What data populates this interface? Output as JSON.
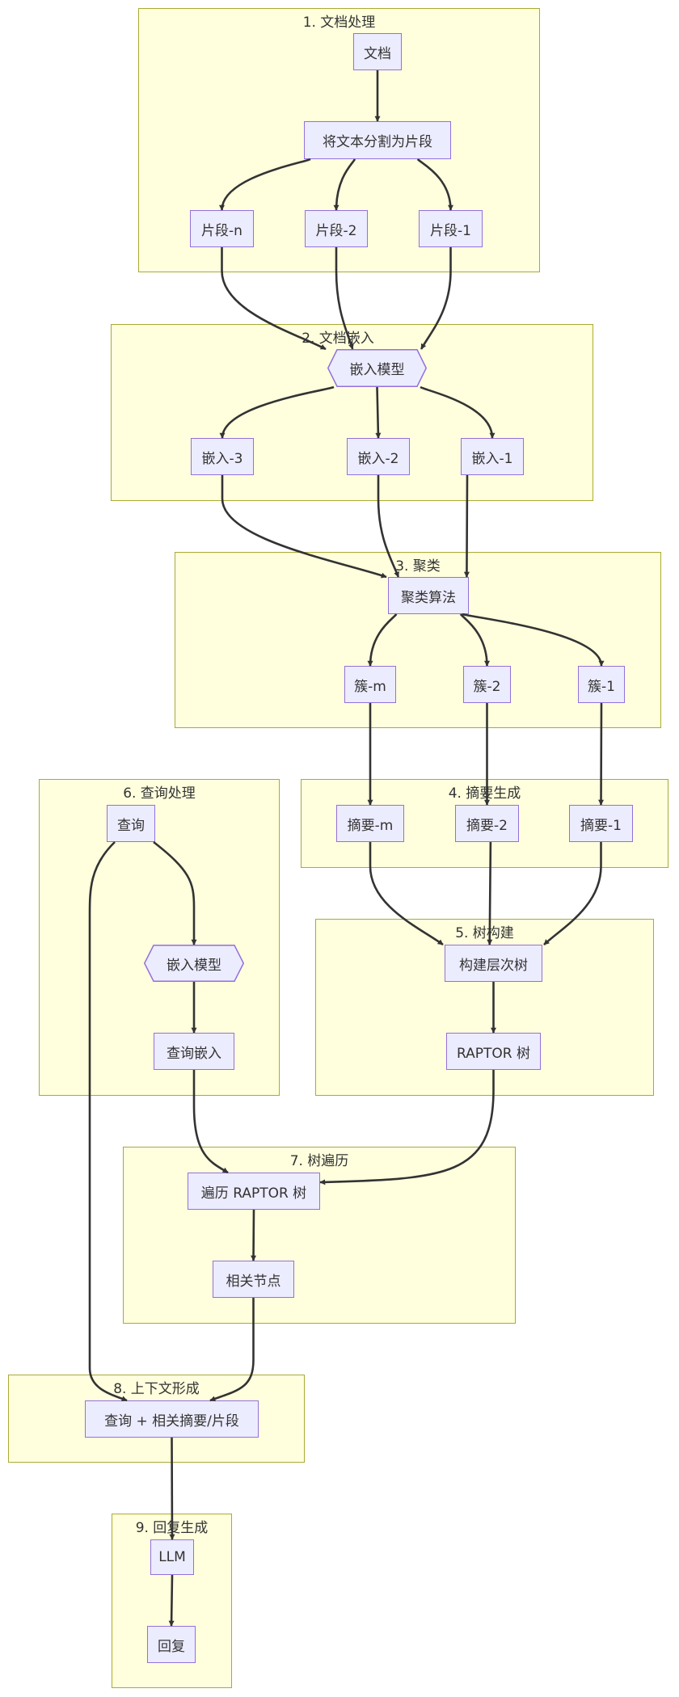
{
  "diagram": {
    "type": "flowchart",
    "clusters": {
      "c1": "1. 文档处理",
      "c2": "2. 文档嵌入",
      "c3": "3. 聚类",
      "c4": "4. 摘要生成",
      "c5": "5. 树构建",
      "c6": "6. 查询处理",
      "c7": "7. 树遍历",
      "c8": "8. 上下文形成",
      "c9": "9. 回复生成"
    },
    "nodes": {
      "doc": "文档",
      "split": "将文本分割为片段",
      "chunk_n": "片段-n",
      "chunk_2": "片段-2",
      "chunk_1": "片段-1",
      "embed_model": "嵌入模型",
      "emb_3": "嵌入-3",
      "emb_2": "嵌入-2",
      "emb_1": "嵌入-1",
      "cluster_algo": "聚类算法",
      "clu_m": "簇-m",
      "clu_2": "簇-2",
      "clu_1": "簇-1",
      "sum_m": "摘要-m",
      "sum_2": "摘要-2",
      "sum_1": "摘要-1",
      "build_tree": "构建层次树",
      "raptor_tree": "RAPTOR 树",
      "query": "查询",
      "query_embed_model": "嵌入模型",
      "query_embedding": "查询嵌入",
      "traverse": "遍历 RAPTOR 树",
      "relevant_nodes": "相关节点",
      "context": "查询 + 相关摘要/片段",
      "llm": "LLM",
      "reply": "回复"
    },
    "edges": [
      [
        "doc",
        "split"
      ],
      [
        "split",
        "chunk_n"
      ],
      [
        "split",
        "chunk_2"
      ],
      [
        "split",
        "chunk_1"
      ],
      [
        "chunk_n",
        "embed_model"
      ],
      [
        "chunk_2",
        "embed_model"
      ],
      [
        "chunk_1",
        "embed_model"
      ],
      [
        "embed_model",
        "emb_3"
      ],
      [
        "embed_model",
        "emb_2"
      ],
      [
        "embed_model",
        "emb_1"
      ],
      [
        "emb_3",
        "cluster_algo"
      ],
      [
        "emb_2",
        "cluster_algo"
      ],
      [
        "emb_1",
        "cluster_algo"
      ],
      [
        "cluster_algo",
        "clu_m"
      ],
      [
        "cluster_algo",
        "clu_2"
      ],
      [
        "cluster_algo",
        "clu_1"
      ],
      [
        "clu_m",
        "sum_m"
      ],
      [
        "clu_2",
        "sum_2"
      ],
      [
        "clu_1",
        "sum_1"
      ],
      [
        "sum_m",
        "build_tree"
      ],
      [
        "sum_2",
        "build_tree"
      ],
      [
        "sum_1",
        "build_tree"
      ],
      [
        "build_tree",
        "raptor_tree"
      ],
      [
        "raptor_tree",
        "traverse"
      ],
      [
        "query",
        "query_embed_model"
      ],
      [
        "query",
        "context"
      ],
      [
        "query_embed_model",
        "query_embedding"
      ],
      [
        "query_embedding",
        "traverse"
      ],
      [
        "traverse",
        "relevant_nodes"
      ],
      [
        "relevant_nodes",
        "context"
      ],
      [
        "context",
        "llm"
      ],
      [
        "llm",
        "reply"
      ]
    ],
    "colors": {
      "cluster_fill": "#ffffde",
      "cluster_stroke": "#aaaa33",
      "node_fill": "#ECECFF",
      "node_stroke": "#9370DB",
      "edge": "#333333"
    }
  }
}
